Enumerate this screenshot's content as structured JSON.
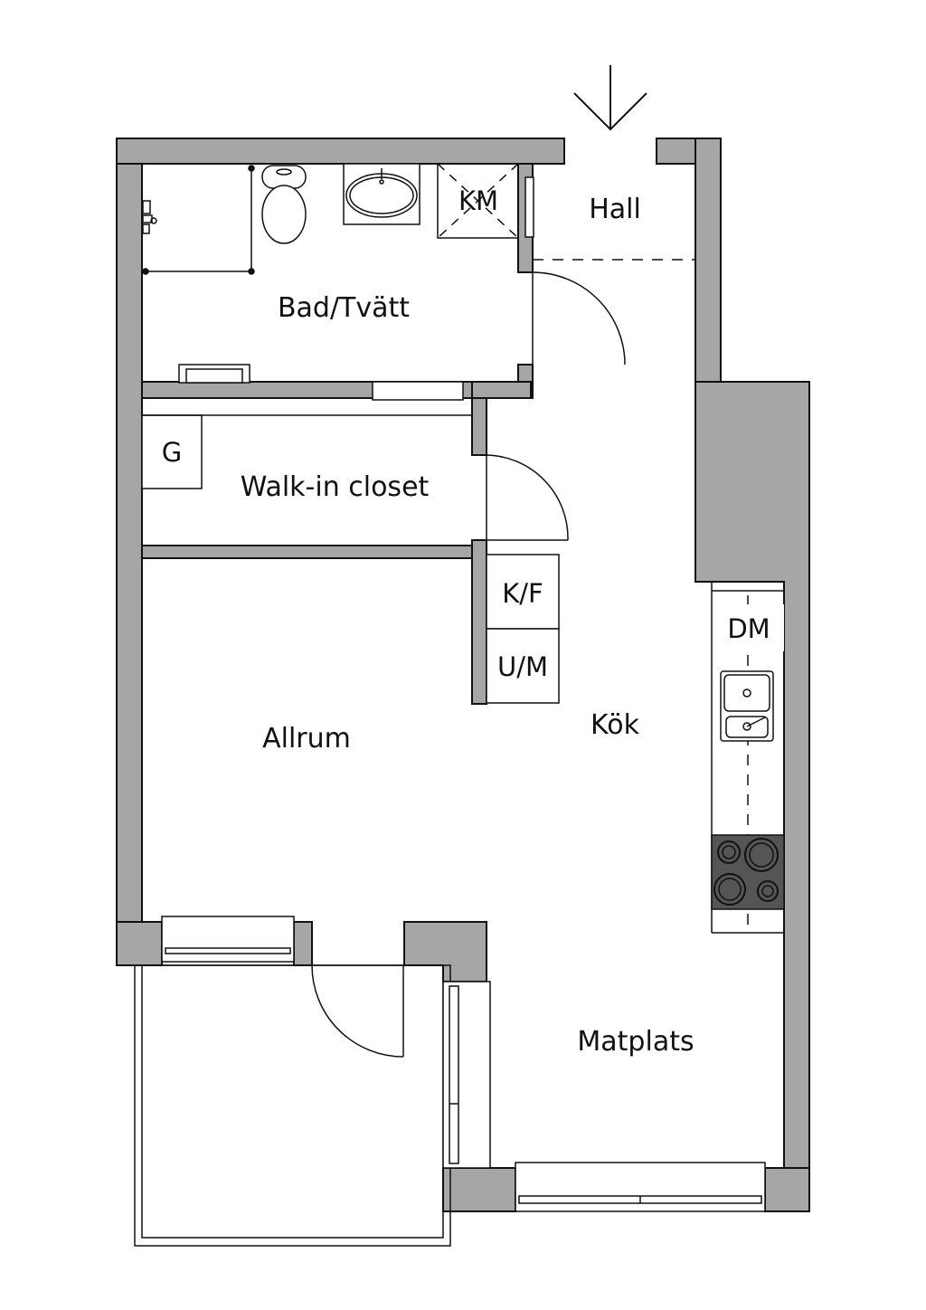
{
  "rooms": {
    "hall": "Hall",
    "bath": "Bad/Tvätt",
    "closet": "Walk-in closet",
    "living": "Allrum",
    "kitchen": "Kök",
    "dining": "Matplats"
  },
  "fixtures": {
    "washer": "KM",
    "wardrobe": "G",
    "fridge": "K/F",
    "oven": "U/M",
    "dishwasher": "DM"
  },
  "colors": {
    "wall": "#a6a6a6",
    "line": "#111111",
    "hob": "#555555"
  }
}
